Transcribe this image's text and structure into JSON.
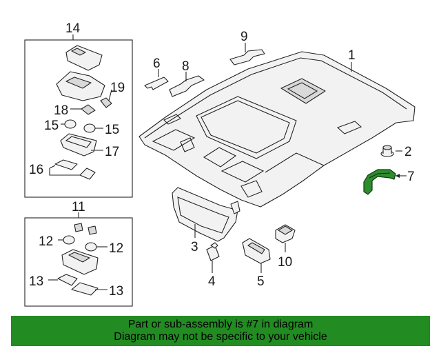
{
  "callouts": {
    "c1": "1",
    "c2": "2",
    "c3": "3",
    "c4": "4",
    "c5": "5",
    "c6": "6",
    "c7": "7",
    "c8": "8",
    "c9": "9",
    "c10": "10",
    "c11": "11",
    "c12a": "12",
    "c12b": "12",
    "c13a": "13",
    "c13b": "13",
    "c14": "14",
    "c15a": "15",
    "c15b": "15",
    "c16": "16",
    "c17": "17",
    "c18": "18",
    "c19": "19"
  },
  "banner": {
    "line1": "Part or sub-assembly is #7 in diagram",
    "line2": "Diagram may not be specific to your vehicle"
  },
  "colors": {
    "highlight": "#2e8b2e",
    "banner": "#228b22"
  }
}
